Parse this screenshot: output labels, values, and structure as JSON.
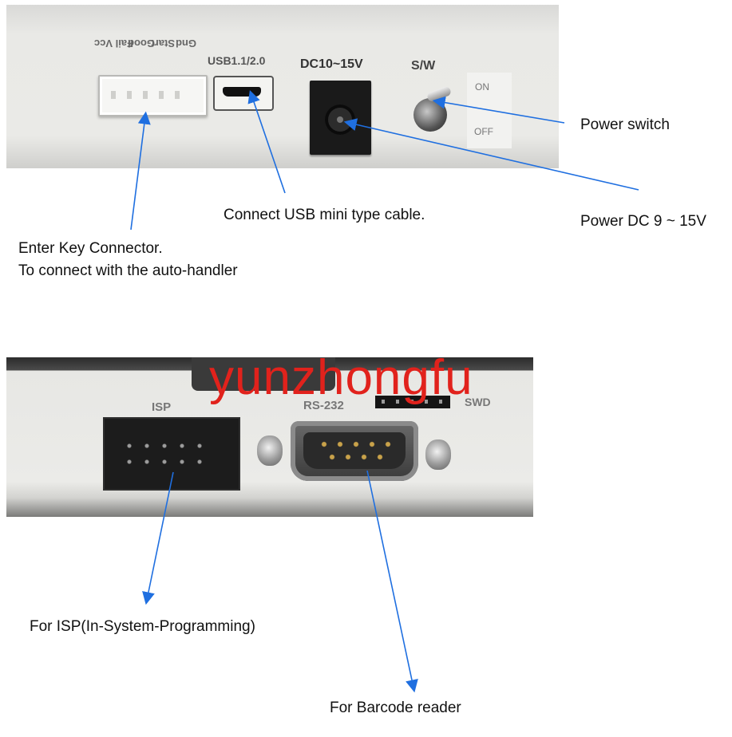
{
  "top_panel": {
    "connector_labels": [
      "Gnd",
      "Start",
      "Good",
      "Fail",
      "Vcc"
    ],
    "usb_label": "USB1.1/2.0",
    "dc_label": "DC10~15V",
    "switch_label": "S/W",
    "switch_on": "ON",
    "switch_off": "OFF"
  },
  "bottom_panel": {
    "isp_label": "ISP",
    "rs232_label": "RS-232",
    "swd_label": "SWD"
  },
  "annotations": {
    "power_switch": "Power switch",
    "usb": "Connect USB mini type cable.",
    "power_dc": "Power DC 9 ~ 15V",
    "enter_key_line1": "Enter Key Connector.",
    "enter_key_line2": "To connect with the auto-handler",
    "isp": "For ISP(In-System-Programming)",
    "barcode": "For Barcode reader"
  },
  "watermark": "yunzhongfu",
  "colors": {
    "arrow": "#1f6fe0",
    "watermark": "#e1221c"
  }
}
